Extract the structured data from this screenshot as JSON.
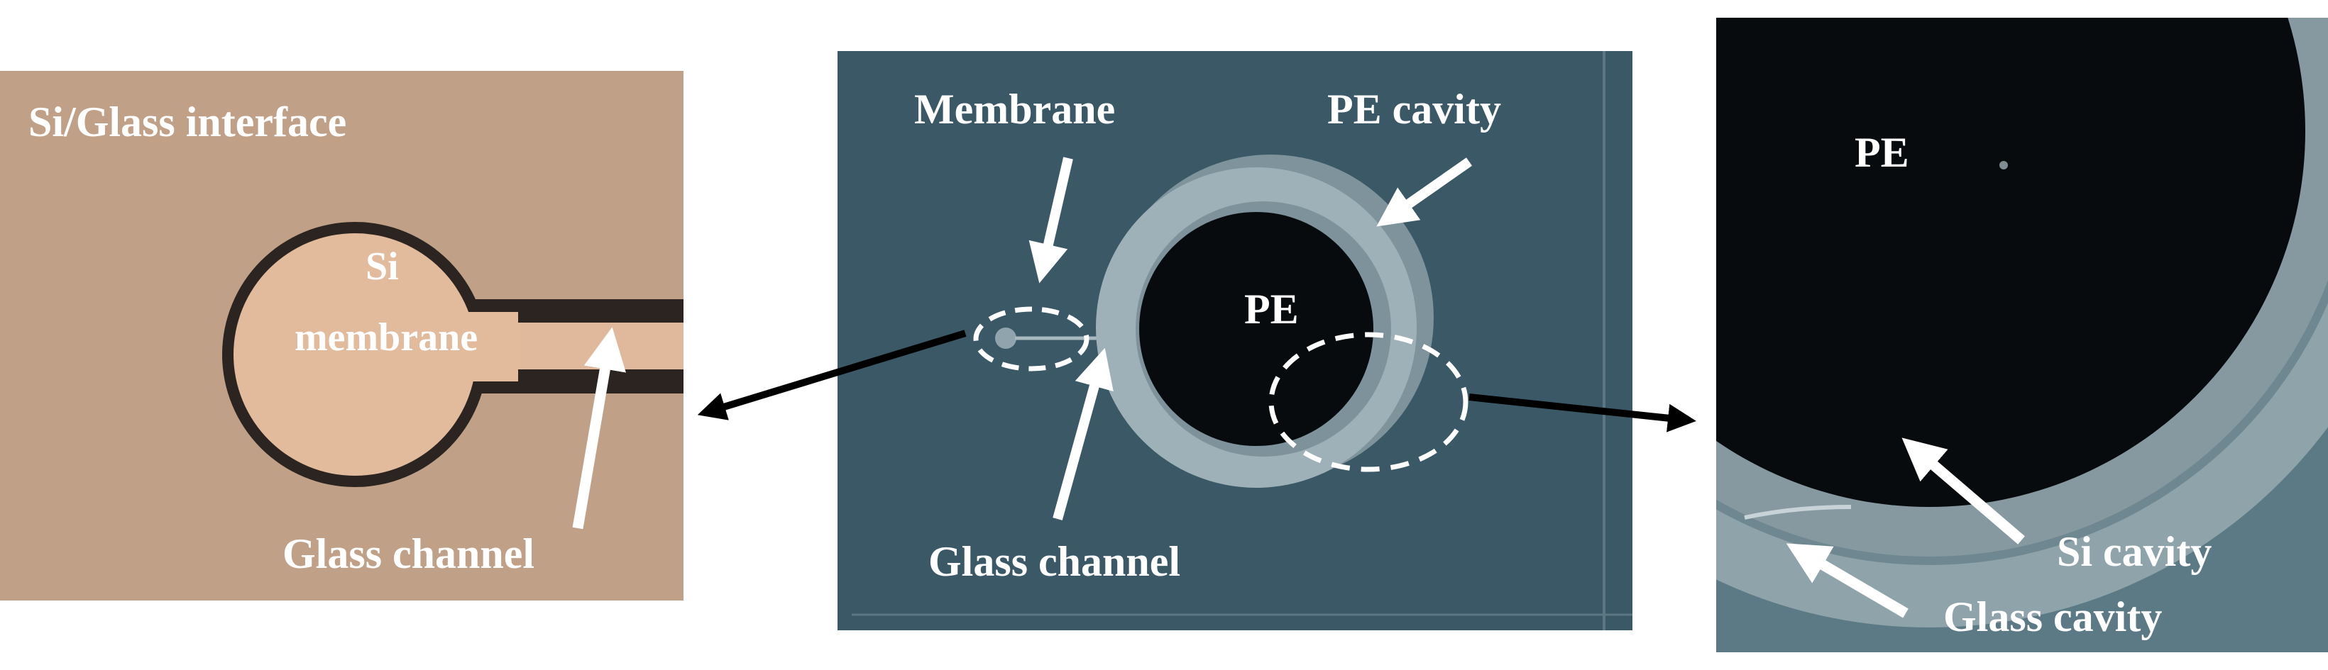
{
  "left_panel": {
    "title": "Si/Glass interface",
    "membrane_label_line1": "Si",
    "membrane_label_line2": "membrane",
    "channel_label": "Glass channel"
  },
  "center_panel": {
    "membrane_label": "Membrane",
    "cavity_label": "PE cavity",
    "pe_label": "PE",
    "channel_label": "Glass channel"
  },
  "right_panel": {
    "pe_label": "PE",
    "si_cavity_label": "Si cavity",
    "glass_cavity_label": "Glass cavity"
  },
  "colors": {
    "left_background": "#c3a38a",
    "left_membrane": "#e2ba9c",
    "left_outline": "#2b2420",
    "center_background": "#3b5866",
    "center_ring": "#9fb1b8",
    "pe_dark": "#070b0e",
    "right_background": "#5c7986",
    "right_ring": "#8fa3aa",
    "arrow_black": "#000000",
    "arrow_white": "#ffffff"
  }
}
